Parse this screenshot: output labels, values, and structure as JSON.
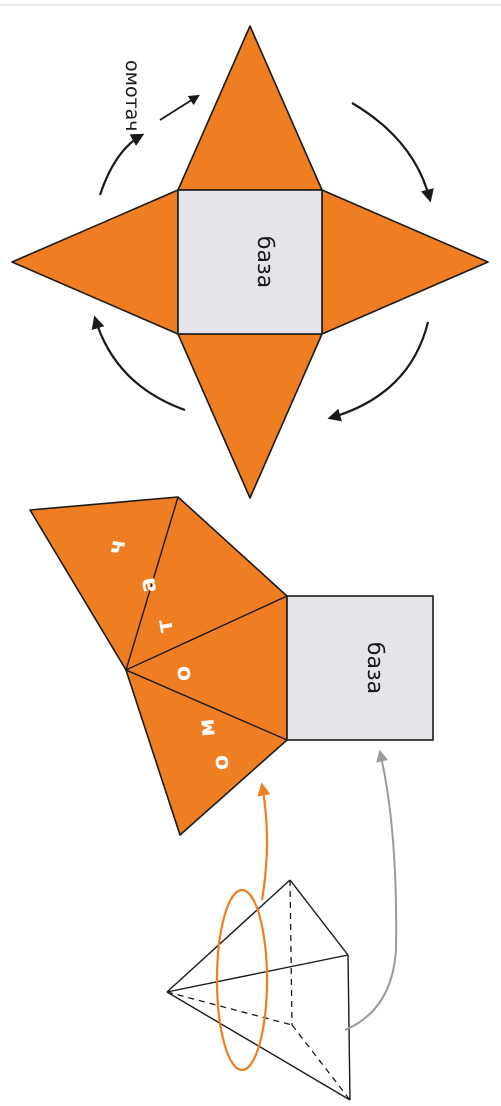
{
  "labels": {
    "top_base": "база",
    "top_lateral": "омотач",
    "mid_base": "база",
    "mid_letters": [
      "о",
      "м",
      "о",
      "т",
      "а",
      "ч"
    ]
  },
  "colors": {
    "lateral_fill": "#ef7d22",
    "base_fill": "#e5e5e9",
    "outline": "#1a1a1a",
    "grey_arrow": "#9a9a9a",
    "orange_arrow": "#ef7d22"
  }
}
